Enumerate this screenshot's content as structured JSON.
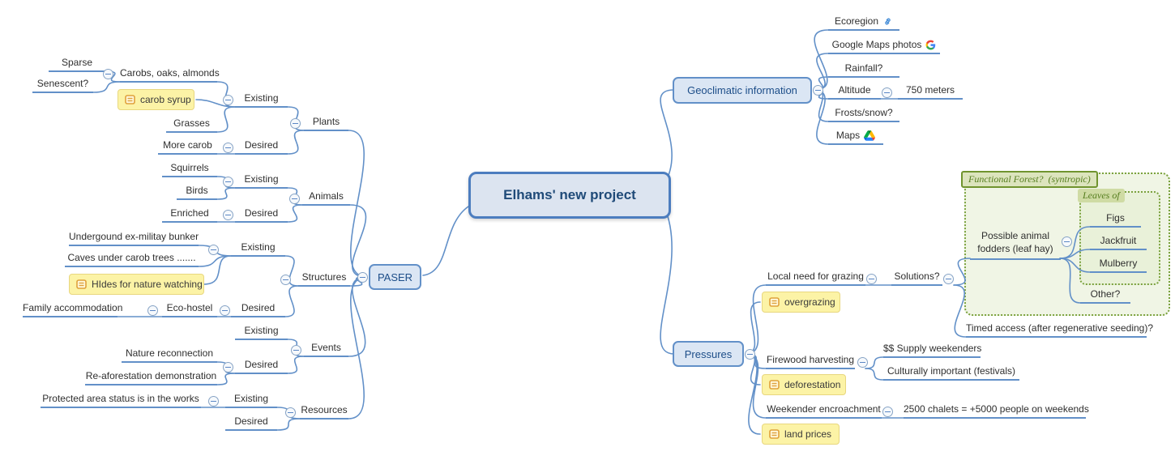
{
  "colors": {
    "accent": "#6290c8",
    "node_fill": "#dbe6f4",
    "highlight": "#fcf3a6",
    "boundary": "#7ba23e"
  },
  "icons": {
    "ecoregion": "link-icon",
    "google_maps_photos": "google-icon",
    "maps": "google-drive-icon",
    "highlight_nodes": "notes-icon",
    "collapse": "minus-circle-icon"
  },
  "root": {
    "label": "Elhams' new project"
  },
  "paser": {
    "label": "PASER",
    "plants": {
      "label": "Plants",
      "existing": {
        "label": "Existing",
        "carobs": {
          "label": "Carobs, oaks, almonds",
          "sparse": {
            "label": "Sparse"
          },
          "senescent": {
            "label": "Senescent?"
          }
        },
        "carob_syrup": {
          "label": "carob syrup"
        },
        "grasses": {
          "label": "Grasses"
        }
      },
      "desired": {
        "label": "Desired",
        "more_carob": {
          "label": "More carob"
        }
      }
    },
    "animals": {
      "label": "Animals",
      "existing": {
        "label": "Existing",
        "squirrels": {
          "label": "Squirrels"
        },
        "birds": {
          "label": "Birds"
        }
      },
      "desired": {
        "label": "Desired",
        "enriched": {
          "label": "Enriched"
        }
      }
    },
    "structures": {
      "label": "Structures",
      "existing": {
        "label": "Existing",
        "bunker": {
          "label": "Undergound ex-militay bunker"
        },
        "caves": {
          "label": "Caves under carob trees ......."
        },
        "hides": {
          "label": "HIdes for nature watching"
        }
      },
      "desired": {
        "label": "Desired",
        "eco_hostel": {
          "label": "Eco-hostel",
          "family_accommodation": {
            "label": "Family accommodation"
          }
        }
      }
    },
    "events": {
      "label": "Events",
      "existing": {
        "label": "Existing"
      },
      "desired": {
        "label": "Desired",
        "nature_reconnection": {
          "label": "Nature reconnection"
        },
        "reaforestation": {
          "label": "Re-aforestation demonstration"
        }
      }
    },
    "resources": {
      "label": "Resources",
      "existing": {
        "label": "Existing",
        "protected_area": {
          "label": "Protected area status is in the works"
        }
      },
      "desired": {
        "label": "Desired"
      }
    }
  },
  "geoclimatic": {
    "label": "Geoclimatic information",
    "ecoregion": {
      "label": "Ecoregion"
    },
    "google_maps_photos": {
      "label": "Google Maps photos"
    },
    "rainfall": {
      "label": "Rainfall?"
    },
    "altitude": {
      "label": "Altitude",
      "value": "750 meters"
    },
    "frosts_snow": {
      "label": "Frosts/snow?"
    },
    "maps": {
      "label": "Maps"
    }
  },
  "pressures": {
    "label": "Pressures",
    "local_grazing": {
      "label": "Local need for grazing",
      "solutions": {
        "label": "Solutions?",
        "functional_forest": {
          "title": "Functional Forest?  (syntropic)",
          "fodders": {
            "label": "Possible animal fodders (leaf hay)",
            "leaves_of": {
              "title": "Leaves of",
              "figs": {
                "label": "Figs"
              },
              "jackfruit": {
                "label": "Jackfruit"
              },
              "mulberry": {
                "label": "Mulberry"
              }
            },
            "other": {
              "label": "Other?"
            }
          }
        },
        "timed_access": {
          "label": "Timed access (after regenerative seeding)?"
        }
      }
    },
    "overgrazing": {
      "label": "overgrazing"
    },
    "firewood": {
      "label": "Firewood harvesting",
      "supply": {
        "label": "$$ Supply weekenders"
      },
      "cultural": {
        "label": "Culturally important (festivals)"
      }
    },
    "deforestation": {
      "label": "deforestation"
    },
    "weekender": {
      "label": "Weekender encroachment",
      "chalets": {
        "label": "2500 chalets = +5000 people on weekends"
      }
    },
    "land_prices": {
      "label": "land prices"
    }
  }
}
